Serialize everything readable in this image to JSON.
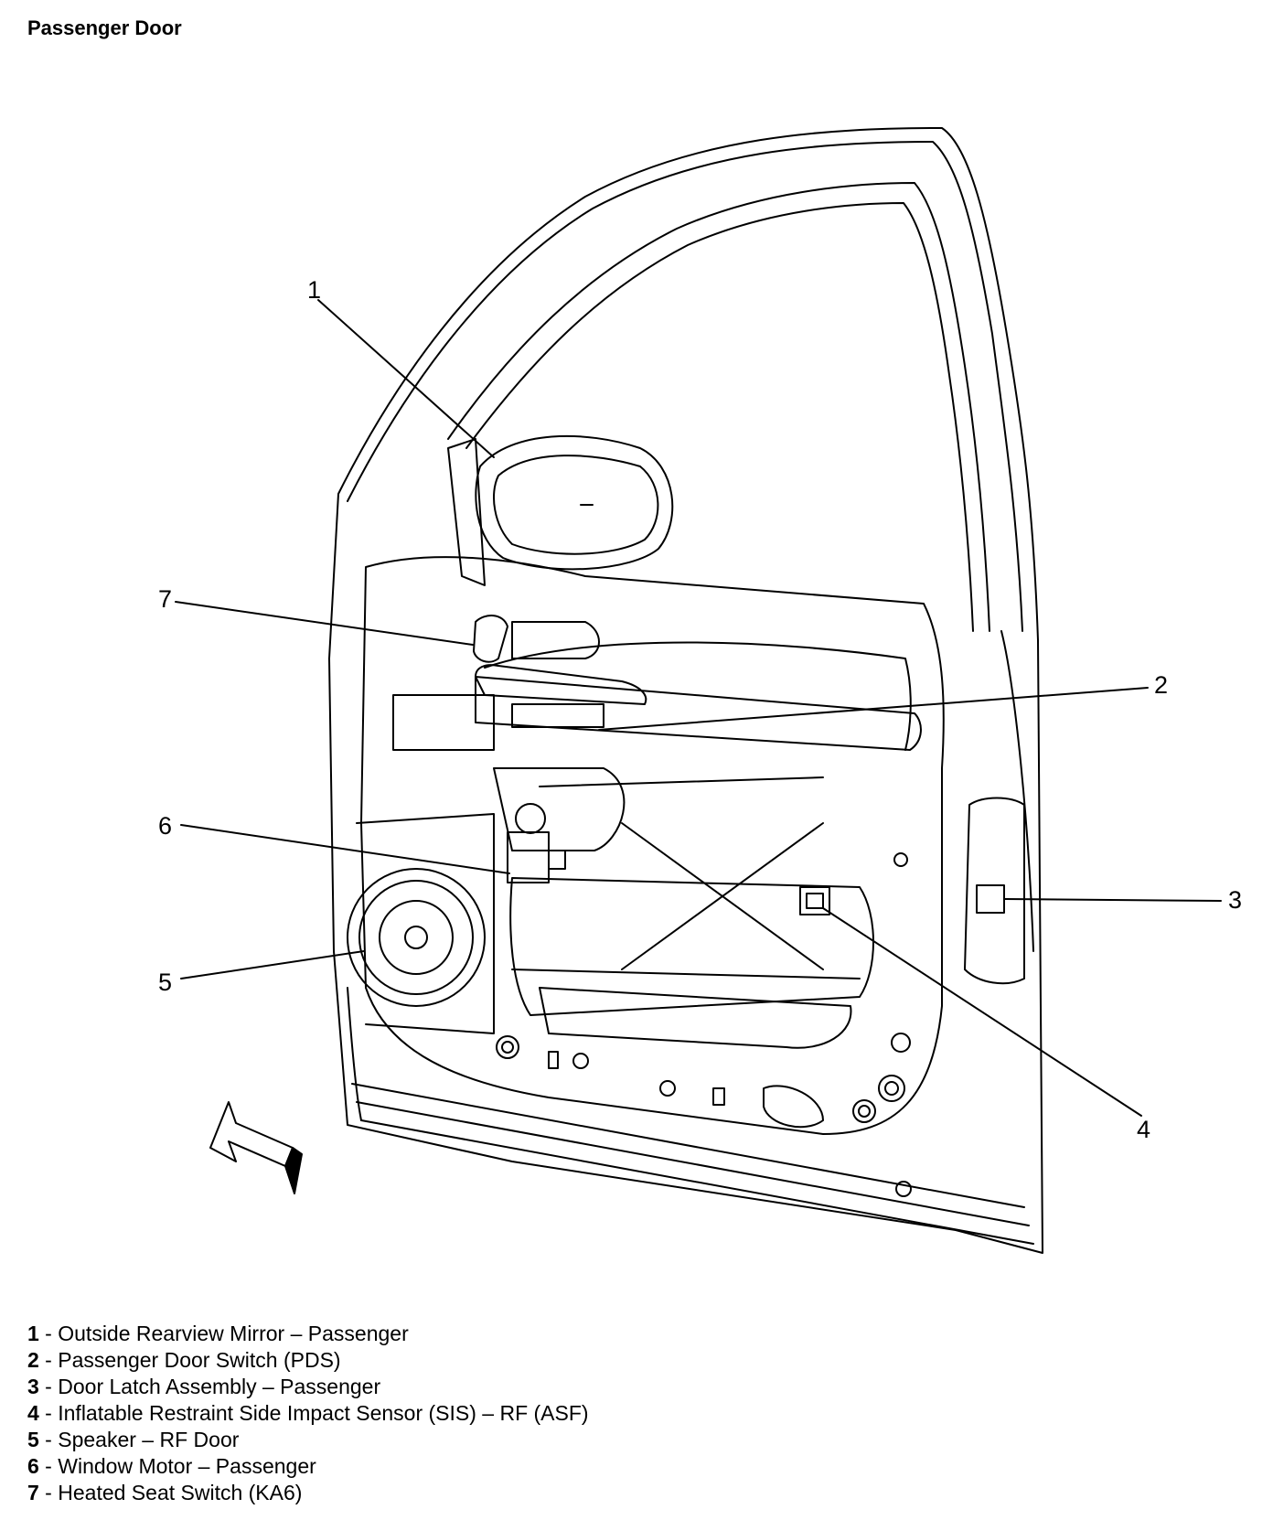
{
  "title": "Passenger Door",
  "callouts": [
    "1",
    "2",
    "3",
    "4",
    "5",
    "6",
    "7"
  ],
  "legend": [
    {
      "num": "1",
      "text": "Outside Rearview Mirror – Passenger"
    },
    {
      "num": "2",
      "text": "Passenger Door Switch (PDS)"
    },
    {
      "num": "3",
      "text": "Door Latch Assembly – Passenger"
    },
    {
      "num": "4",
      "text": "Inflatable Restraint Side Impact Sensor (SIS) – RF (ASF)"
    },
    {
      "num": "5",
      "text": "Speaker – RF Door"
    },
    {
      "num": "6",
      "text": "Window Motor – Passenger"
    },
    {
      "num": "7",
      "text": "Heated Seat Switch (KA6)"
    }
  ]
}
